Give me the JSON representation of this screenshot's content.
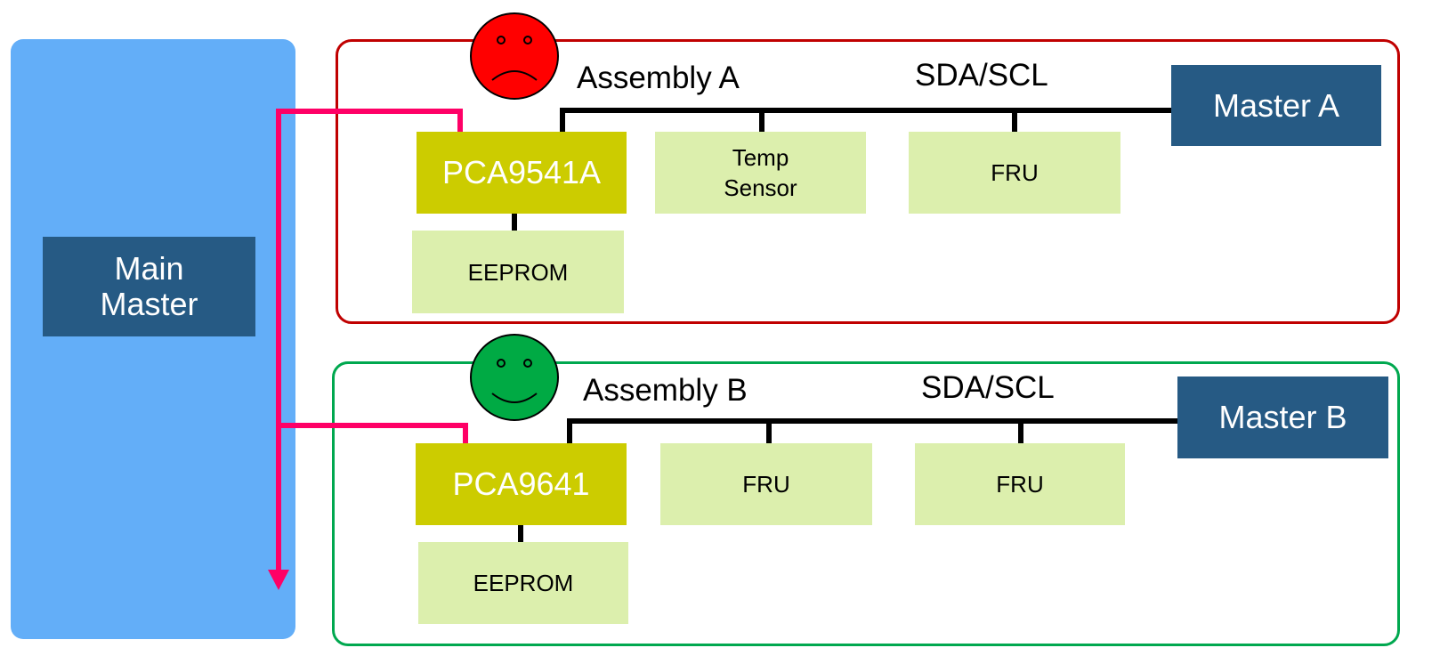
{
  "main_master": {
    "label": "Main\nMaster"
  },
  "assembly_a": {
    "status": "sad",
    "title": "Assembly A",
    "bus_label": "SDA/SCL",
    "mux": "PCA9541A",
    "devices": [
      "Temp\nSensor",
      "FRU"
    ],
    "eeprom": "EEPROM",
    "master": "Master A",
    "frame_color": "#c00000",
    "face_color": "#ff0000"
  },
  "assembly_b": {
    "status": "happy",
    "title": "Assembly B",
    "bus_label": "SDA/SCL",
    "mux": "PCA9641",
    "devices": [
      "FRU",
      "FRU"
    ],
    "eeprom": "EEPROM",
    "master": "Master B",
    "frame_color": "#00a84f",
    "face_color": "#00aa44"
  },
  "colors": {
    "main_panel": "#63aef8",
    "master_box": "#265a84",
    "mux_box": "#cccc00",
    "device_box": "#dcefad",
    "main_bus": "#ff0066",
    "bus_line": "#000000"
  },
  "icons": [
    "sad-face-icon",
    "happy-face-icon",
    "arrow-down-icon"
  ]
}
